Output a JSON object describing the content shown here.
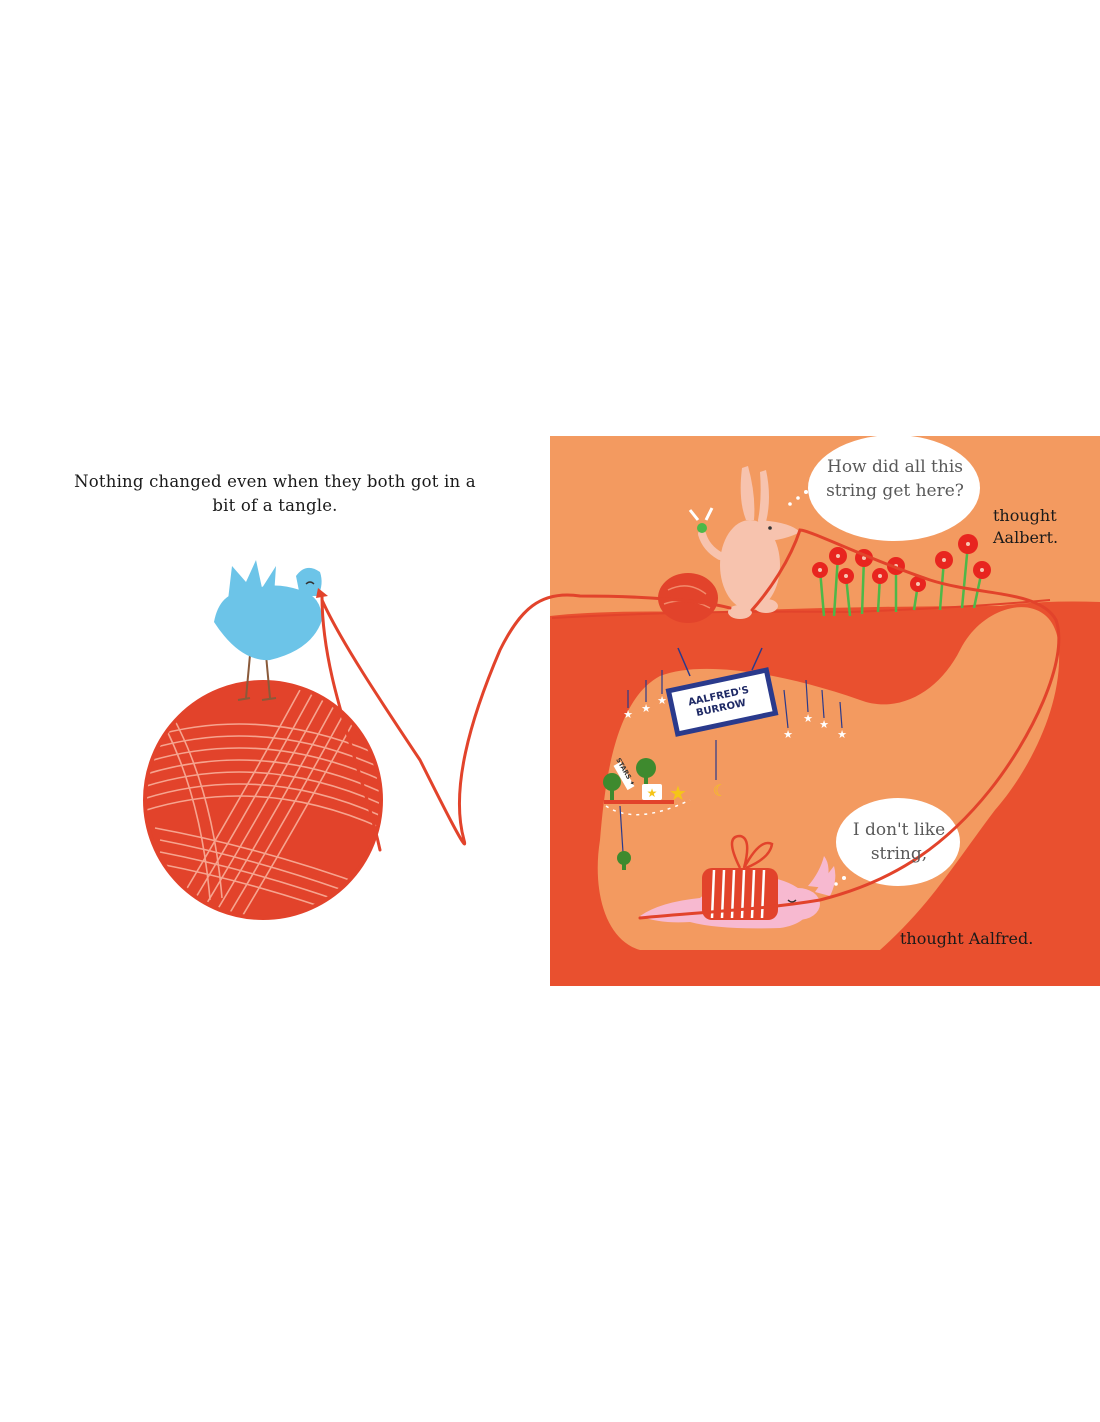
{
  "left_page": {
    "narration": "Nothing changed even when they both got in a bit of a tangle."
  },
  "right_page": {
    "speech_aalbert": "How did all this string get here?",
    "attribution_aalbert": "thought Aalbert.",
    "speech_aalfred": "I don't like string,",
    "attribution_aalfred": "thought Aalfred.",
    "burrow_sign": "AALFRED'S BURROW",
    "jar_label": "STARS ✦"
  },
  "colors": {
    "page_bg": "#ffffff",
    "sky_orange": "#f39a60",
    "earth_red": "#e9502f",
    "yarn_red": "#e2432b",
    "bird_blue": "#6cc4e8",
    "bubble": "#ffffff",
    "sign_blue": "#2a3a8c",
    "flower_red": "#e8251f",
    "stem_green": "#4db848"
  }
}
